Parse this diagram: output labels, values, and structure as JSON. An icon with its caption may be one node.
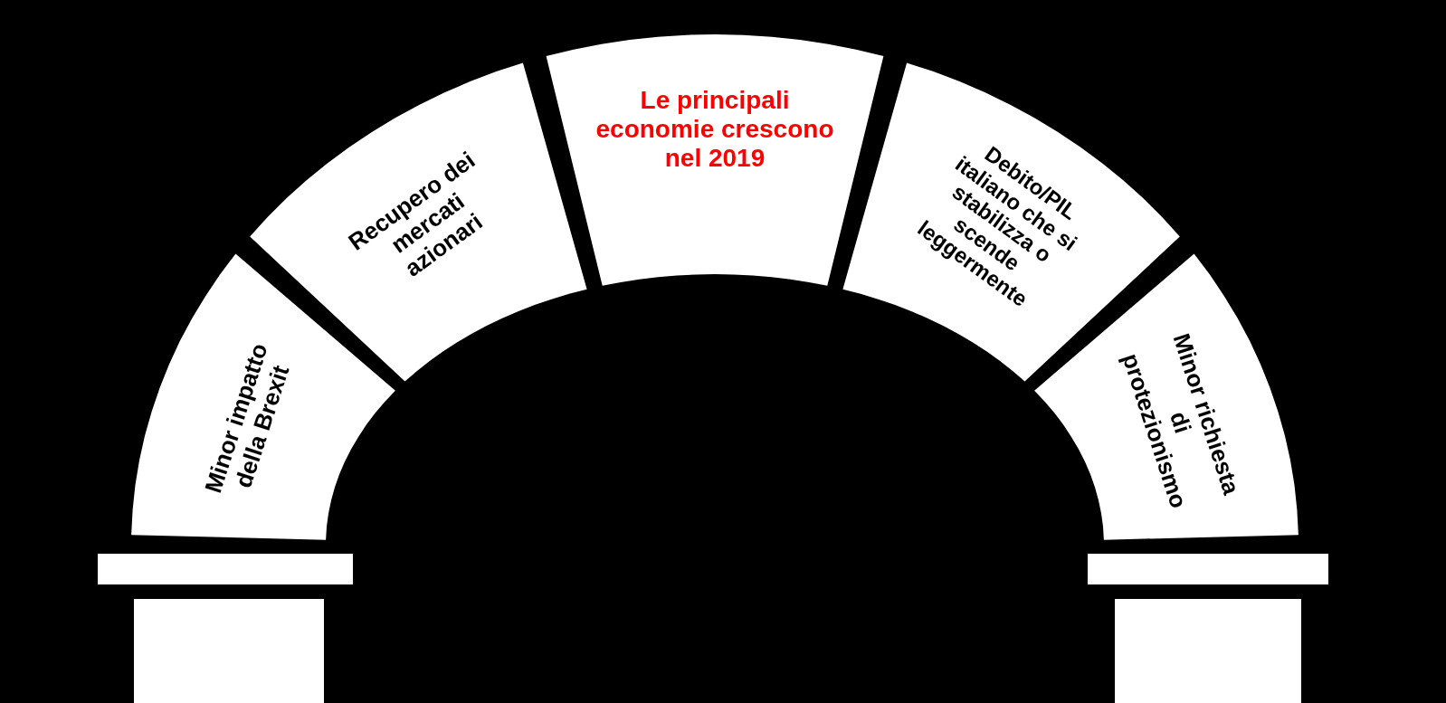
{
  "diagram": {
    "nodes": [
      {
        "text": [
          "Minor impatto della Brexit"
        ]
      },
      {
        "text": [
          "Recupero dei mercati azionari"
        ]
      },
      {
        "text": [
          "Le principali economie crescono nel 2019"
        ]
      },
      {
        "text": [
          "Debito/PIL italiano che si stabilizza o scende leggermente"
        ]
      },
      {
        "text": [
          "Minor richiesta di protezionismo"
        ]
      }
    ]
  }
}
